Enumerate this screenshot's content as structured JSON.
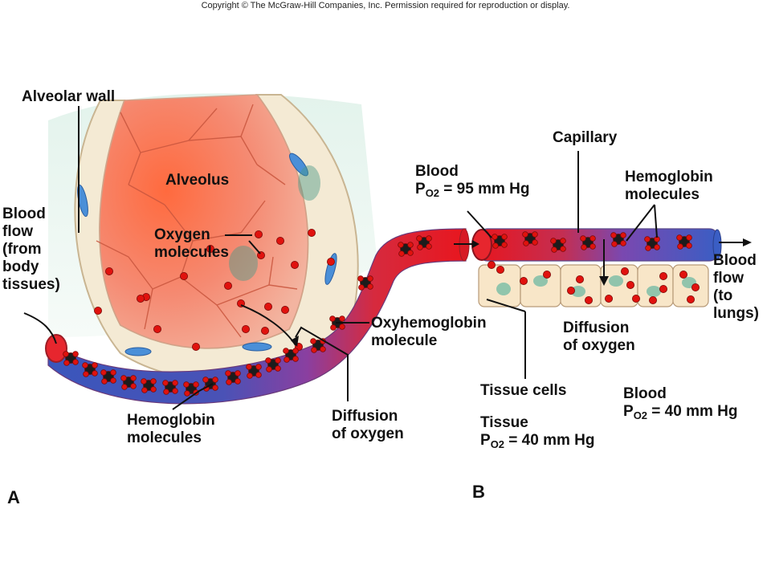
{
  "copyright": "Copyright © The McGraw-Hill Companies, Inc. Permission required for reproduction or display.",
  "colors": {
    "oxygen": "#e0120e",
    "hemoglobin": "#1c1c1c",
    "alveolus_fill": "#f4907a",
    "deoxygenated_blood": "#3d55b8",
    "oxygenated_blood": "#e01a24",
    "cell_fill": "#f8e6c8",
    "nucleus": "#6fb9a3"
  },
  "panel_a": {
    "letter": "A",
    "alveolar_wall": "Alveolar wall",
    "alveolus": "Alveolus",
    "blood_flow": [
      "Blood",
      "flow",
      "(from",
      "body",
      "tissues)"
    ],
    "oxygen_molecules": [
      "Oxygen",
      "molecules"
    ],
    "oxyhemoglobin": [
      "Oxyhemoglobin",
      "molecule"
    ],
    "hemoglobin_molecules": [
      "Hemoglobin",
      "molecules"
    ],
    "diffusion": [
      "Diffusion",
      "of oxygen"
    ]
  },
  "panel_b": {
    "letter": "B",
    "capillary": "Capillary",
    "blood_label": "Blood",
    "blood_p_prefix": "P",
    "blood_p_sub": "O2",
    "blood_p_value": " = 95 mm Hg",
    "hemoglobin_molecules": [
      "Hemoglobin",
      "molecules"
    ],
    "blood_flow": [
      "Blood",
      "flow",
      "(to",
      "lungs)"
    ],
    "diffusion": [
      "Diffusion",
      "of oxygen"
    ],
    "tissue_cells": "Tissue cells",
    "tissue_label": "Tissue",
    "tissue_p_prefix": "P",
    "tissue_p_sub": "O2",
    "tissue_p_value": " = 40 mm Hg",
    "blood2_label": "Blood",
    "blood2_p_prefix": "P",
    "blood2_p_sub": "O2",
    "blood2_p_value": " = 40 mm Hg"
  }
}
